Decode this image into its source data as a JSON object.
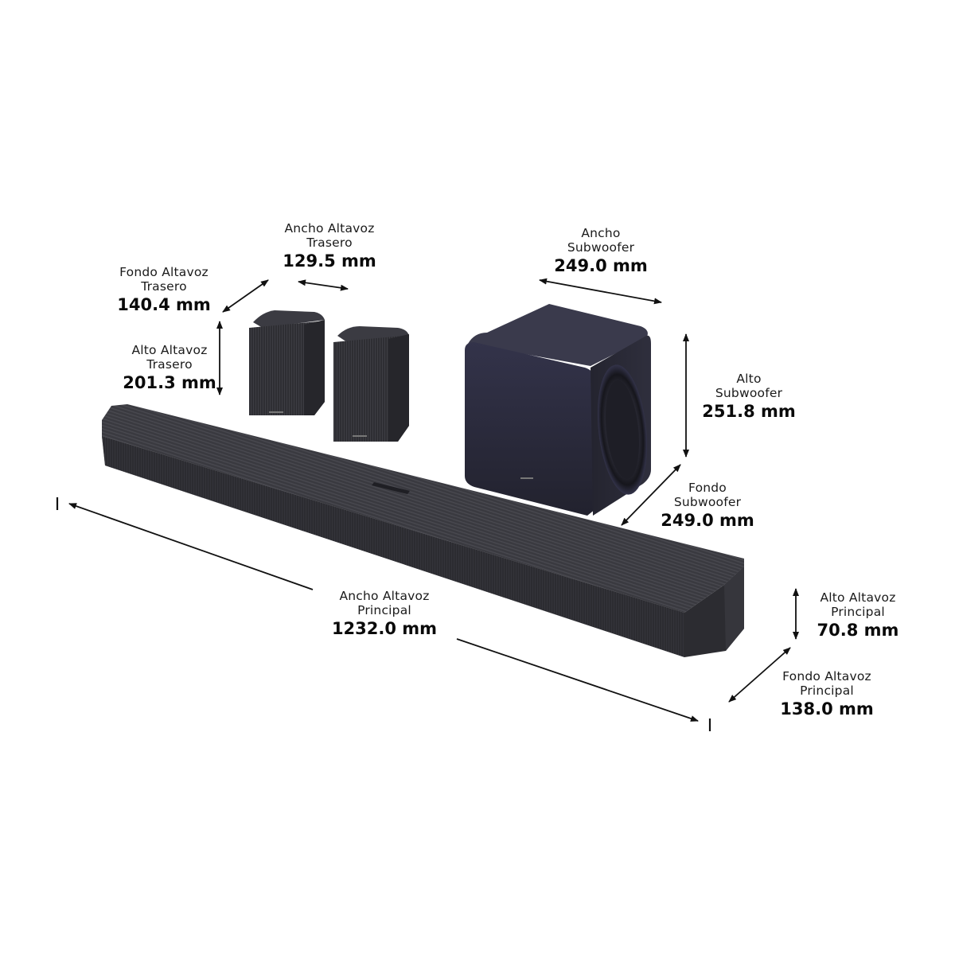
{
  "colors": {
    "background": "#ffffff",
    "product_dark": "#2b2b30",
    "product_top": "#3a3a40",
    "subwoofer_body": "#2a2a38",
    "subwoofer_top": "#3b3b4a",
    "arrow": "#111111"
  },
  "products": [
    {
      "id": "rear-speaker-left",
      "name": "Altavoz Trasero"
    },
    {
      "id": "rear-speaker-right",
      "name": "Altavoz Trasero"
    },
    {
      "id": "subwoofer",
      "name": "Subwoofer"
    },
    {
      "id": "main-soundbar",
      "name": "Altavoz Principal"
    }
  ],
  "dimensions": {
    "rear_depth": {
      "name_line1": "Fondo Altavoz",
      "name_line2": "Trasero",
      "value": "140.4 mm"
    },
    "rear_width": {
      "name_line1": "Ancho Altavoz",
      "name_line2": "Trasero",
      "value": "129.5 mm"
    },
    "rear_height": {
      "name_line1": "Alto Altavoz",
      "name_line2": "Trasero",
      "value": "201.3 mm"
    },
    "sub_width": {
      "name_line1": "Ancho",
      "name_line2": "Subwoofer",
      "value": "249.0 mm"
    },
    "sub_height": {
      "name_line1": "Alto",
      "name_line2": "Subwoofer",
      "value": "251.8 mm"
    },
    "sub_depth": {
      "name_line1": "Fondo",
      "name_line2": "Subwoofer",
      "value": "249.0 mm"
    },
    "main_width": {
      "name_line1": "Ancho Altavoz",
      "name_line2": "Principal",
      "value": "1232.0 mm"
    },
    "main_height": {
      "name_line1": "Alto Altavoz",
      "name_line2": "Principal",
      "value": "70.8 mm"
    },
    "main_depth": {
      "name_line1": "Fondo Altavoz",
      "name_line2": "Principal",
      "value": "138.0 mm"
    }
  }
}
